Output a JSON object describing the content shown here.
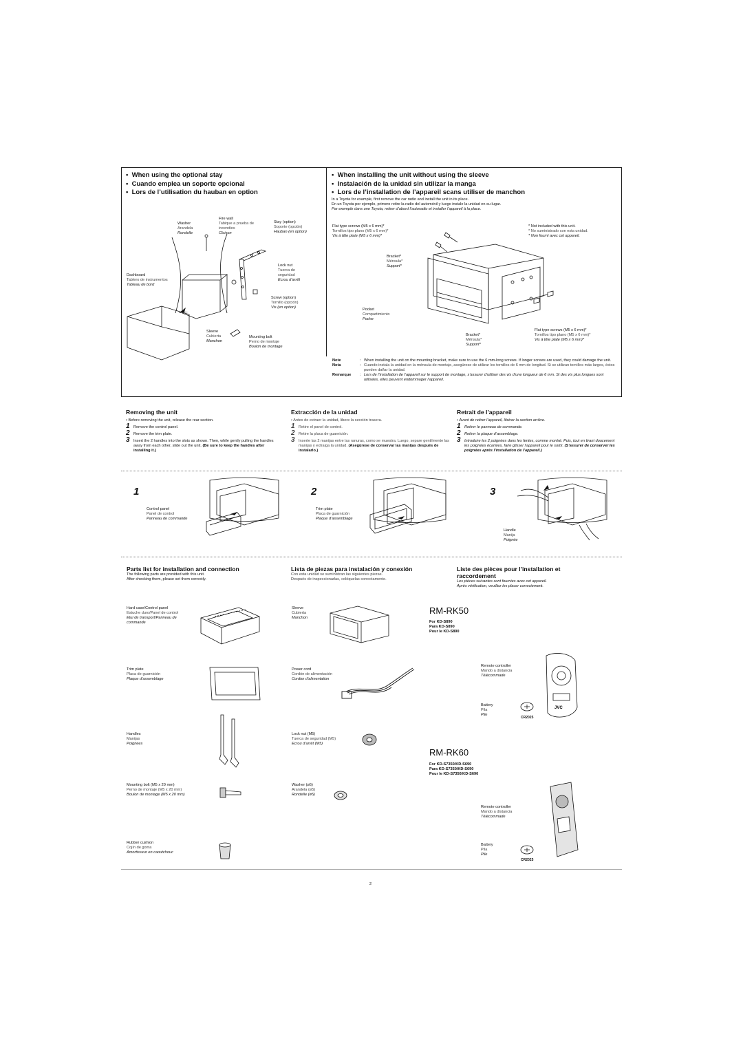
{
  "stay": {
    "headings": [
      "When using the optional stay",
      "Cuando emplea un soporte opcional",
      "Lors de l’utilisation du hauban en option"
    ],
    "labels": {
      "washer": [
        "Washer",
        "Arandela",
        "Rondelle"
      ],
      "firewall": [
        "Fire wall",
        "Tabique a prueba de incendios",
        "Cloison"
      ],
      "stay": [
        "Stay (option)",
        "Soporte (opción)",
        "Hauban (en option)"
      ],
      "dashboard": [
        "Dashboard",
        "Tablero de instrumentos",
        "Tableau de bord"
      ],
      "locknut": [
        "Lock nut",
        "Tuerca de seguridad",
        "Ecrou d’arrêt"
      ],
      "screw": [
        "Screw (option)",
        "Tornillo (opción)",
        "Vis (en option)"
      ],
      "sleeve": [
        "Sleeve",
        "Cubierta",
        "Manchon"
      ],
      "bolt": [
        "Mounting bolt",
        "Perno de montaje",
        "Boulon de montage"
      ]
    }
  },
  "nosleeve": {
    "headings": [
      "When installing the unit without using the sleeve",
      "Instalación de la unidad sin utilizar la manga",
      "Lors de l’installation de l’appareil scans utiliser de manchon"
    ],
    "intro": [
      "In a Toyota for example, first remove the car radio and install the unit in its place.",
      "En un Toyota por ejemplo, primero retire la radio del automóvil y luego instale la unidad en su lugar.",
      "Par exemple dans une Toyota, retirer d’abord l’autoradio et installer l’appareil à la place."
    ],
    "labels": {
      "screws1": [
        "Flat type screws (M5 x 6 mm)*",
        "Tornillos tipo plano (M5 x 6 mm)*",
        "Vis à tête plate (M5 x 6 mm)*"
      ],
      "notincluded": [
        "* Not included with this unit.",
        "* No suministrado con esta unidad.",
        "* Non fourni avec cet appareil."
      ],
      "bracket1": [
        "Bracket*",
        "Ménsula*",
        "Support*"
      ],
      "pocket": [
        "Pocket",
        "Compartimiento",
        "Poche"
      ],
      "bracket2": [
        "Bracket*",
        "Ménsula*",
        "Support*"
      ],
      "screws2": [
        "Flat type screws (M5 x 6 mm)*",
        "Tornillos tipo plano (M5 x 6 mm)*",
        "Vis à tête plate (M5 x 6 mm)*"
      ]
    },
    "notes": [
      {
        "label": "Note",
        "text": "When installing the unit on the mounting bracket, make sure to use the 6 mm-long screws. If longer screws are used, they could damage the unit."
      },
      {
        "label": "Nota",
        "text": "Cuando instala la unidad en la ménsula de montaje, asegúrese de utilizar los tornillos de 6 mm de longitud. Si se utilizan tornillos más largos, éstos pueden dañar la unidad."
      },
      {
        "label": "Remarque",
        "text": "Lors de l’installation de l’appareil sur le support de montage, s’assurer d’utiliser des vis d’une longueur de 6 mm. Si des vis plus longues sont utilisées, elles peuvent endommager l’appareil."
      }
    ]
  },
  "removing": {
    "en": {
      "title": "Removing the unit",
      "pre": "Before removing the unit, release the rear section.",
      "s1": "Remove the control panel.",
      "s2": "Remove the trim plate.",
      "s3": "Insert the 2 handles into the slots as shown. Then, while gently pulling the handles away from each other, slide out the unit.",
      "s3b": "(Be sure to keep the handles after installing it.)"
    },
    "es": {
      "title": "Extracción de la unidad",
      "pre": "Antes de extraer la unidad, libere la sección trasera.",
      "s1": "Retire el panel de control.",
      "s2": "Retire la placa de guarnición.",
      "s3": "Inserte las 2 manijas entre las ranuras, como se muestra. Luego, separe gentilmente las manijas y extraiga la unidad.",
      "s3b": "(Asegúrese de conservar las manijas después de instalarlo.)"
    },
    "fr": {
      "title": "Retrait de l’appareil",
      "pre": "Avant de retirer l’appareil, libérer la section arrière.",
      "s1": "Retirer le panneau de commande.",
      "s2": "Retirer la plaque d’assemblage.",
      "s3": "Introduire les 2 poignées dans les fentes, comme montré. Puis, tout en tirant doucement les poignées écartées, faire glisser l’appareil pour le sortir.",
      "s3b": "(S’assurer de conserver les poignées après l’installation de l’appareil.)"
    },
    "figures": {
      "n1": "1",
      "n2": "2",
      "n3": "3",
      "cp": [
        "Control panel",
        "Panel de control",
        "Panneau de commande"
      ],
      "tp": [
        "Trim plate",
        "Placa de guarnición",
        "Plaque d’assemblage"
      ],
      "handle": [
        "Handle",
        "Manija",
        "Poignée"
      ]
    }
  },
  "parts": {
    "en": {
      "title": "Parts list for installation and connection",
      "l1": "The following parts are provided with this unit.",
      "l2": "After checking them, please set them correctly."
    },
    "es": {
      "title": "Lista de piezas para instalación y conexión",
      "l1": "Con esta unidad se suministran las siguientes piezas.",
      "l2": "Después de inspeccionarlas, colóquelas correctamente."
    },
    "fr": {
      "title1": "Liste des pièces pour l’installation et",
      "title2": "raccordement",
      "l1": "Les pièces suivantes sont fournies avec cet appareil.",
      "l2": "Après vérification, veuillez les placer correctement."
    },
    "items": {
      "hardcase": [
        "Hard case/Control panel",
        "Estuche duro/Panel de control",
        "Etui de transport/Panneau de",
        "commande"
      ],
      "sleeve": [
        "Sleeve",
        "Cubierta",
        "Manchon"
      ],
      "trim": [
        "Trim plate",
        "Placa de guarnición",
        "Plaque d’assemblage"
      ],
      "power": [
        "Power cord",
        "Cordón de alimentación",
        "Cordon d’alimentation"
      ],
      "handles": [
        "Handles",
        "Manijas",
        "Poignées"
      ],
      "locknut": [
        "Lock nut (M5)",
        "Tuerca de seguridad (M5)",
        "Ecrou d’arrêt (M5)"
      ],
      "bolt": [
        "Mounting bolt (M5 x 20 mm)",
        "Perno de montaje (M5 x 20 mm)",
        "Boulon de montage (M5 x 20 mm)"
      ],
      "washer": [
        "Washer (ø5)",
        "Arandela (ø5)",
        "Rondelle (ø5)"
      ],
      "rubber": [
        "Rubber cushion",
        "Cojín de goma",
        "Amortisseur en caoutchouc"
      ]
    },
    "rk50": {
      "title": "RM-RK50",
      "for": [
        "For KD-S890",
        "Para KD-S890",
        "Pour le KD-S890"
      ],
      "remote": [
        "Remote controller",
        "Mando a distancia",
        "Télécommade"
      ],
      "battery": [
        "Battery",
        "Pila",
        "Pile"
      ],
      "cell": "CR2025",
      "logo": "JVC"
    },
    "rk60": {
      "title": "RM-RK60",
      "for": [
        "For KD-S7350/KD-S690",
        "Para KD-S7350/KD-S690",
        "Pour le KD-S7350/KD-S690"
      ],
      "remote": [
        "Remote controller",
        "Mando a distancia",
        "Télécommade"
      ],
      "battery": [
        "Battery",
        "Pila",
        "Pile"
      ],
      "cell": "CR2025"
    }
  },
  "page_number": "2"
}
